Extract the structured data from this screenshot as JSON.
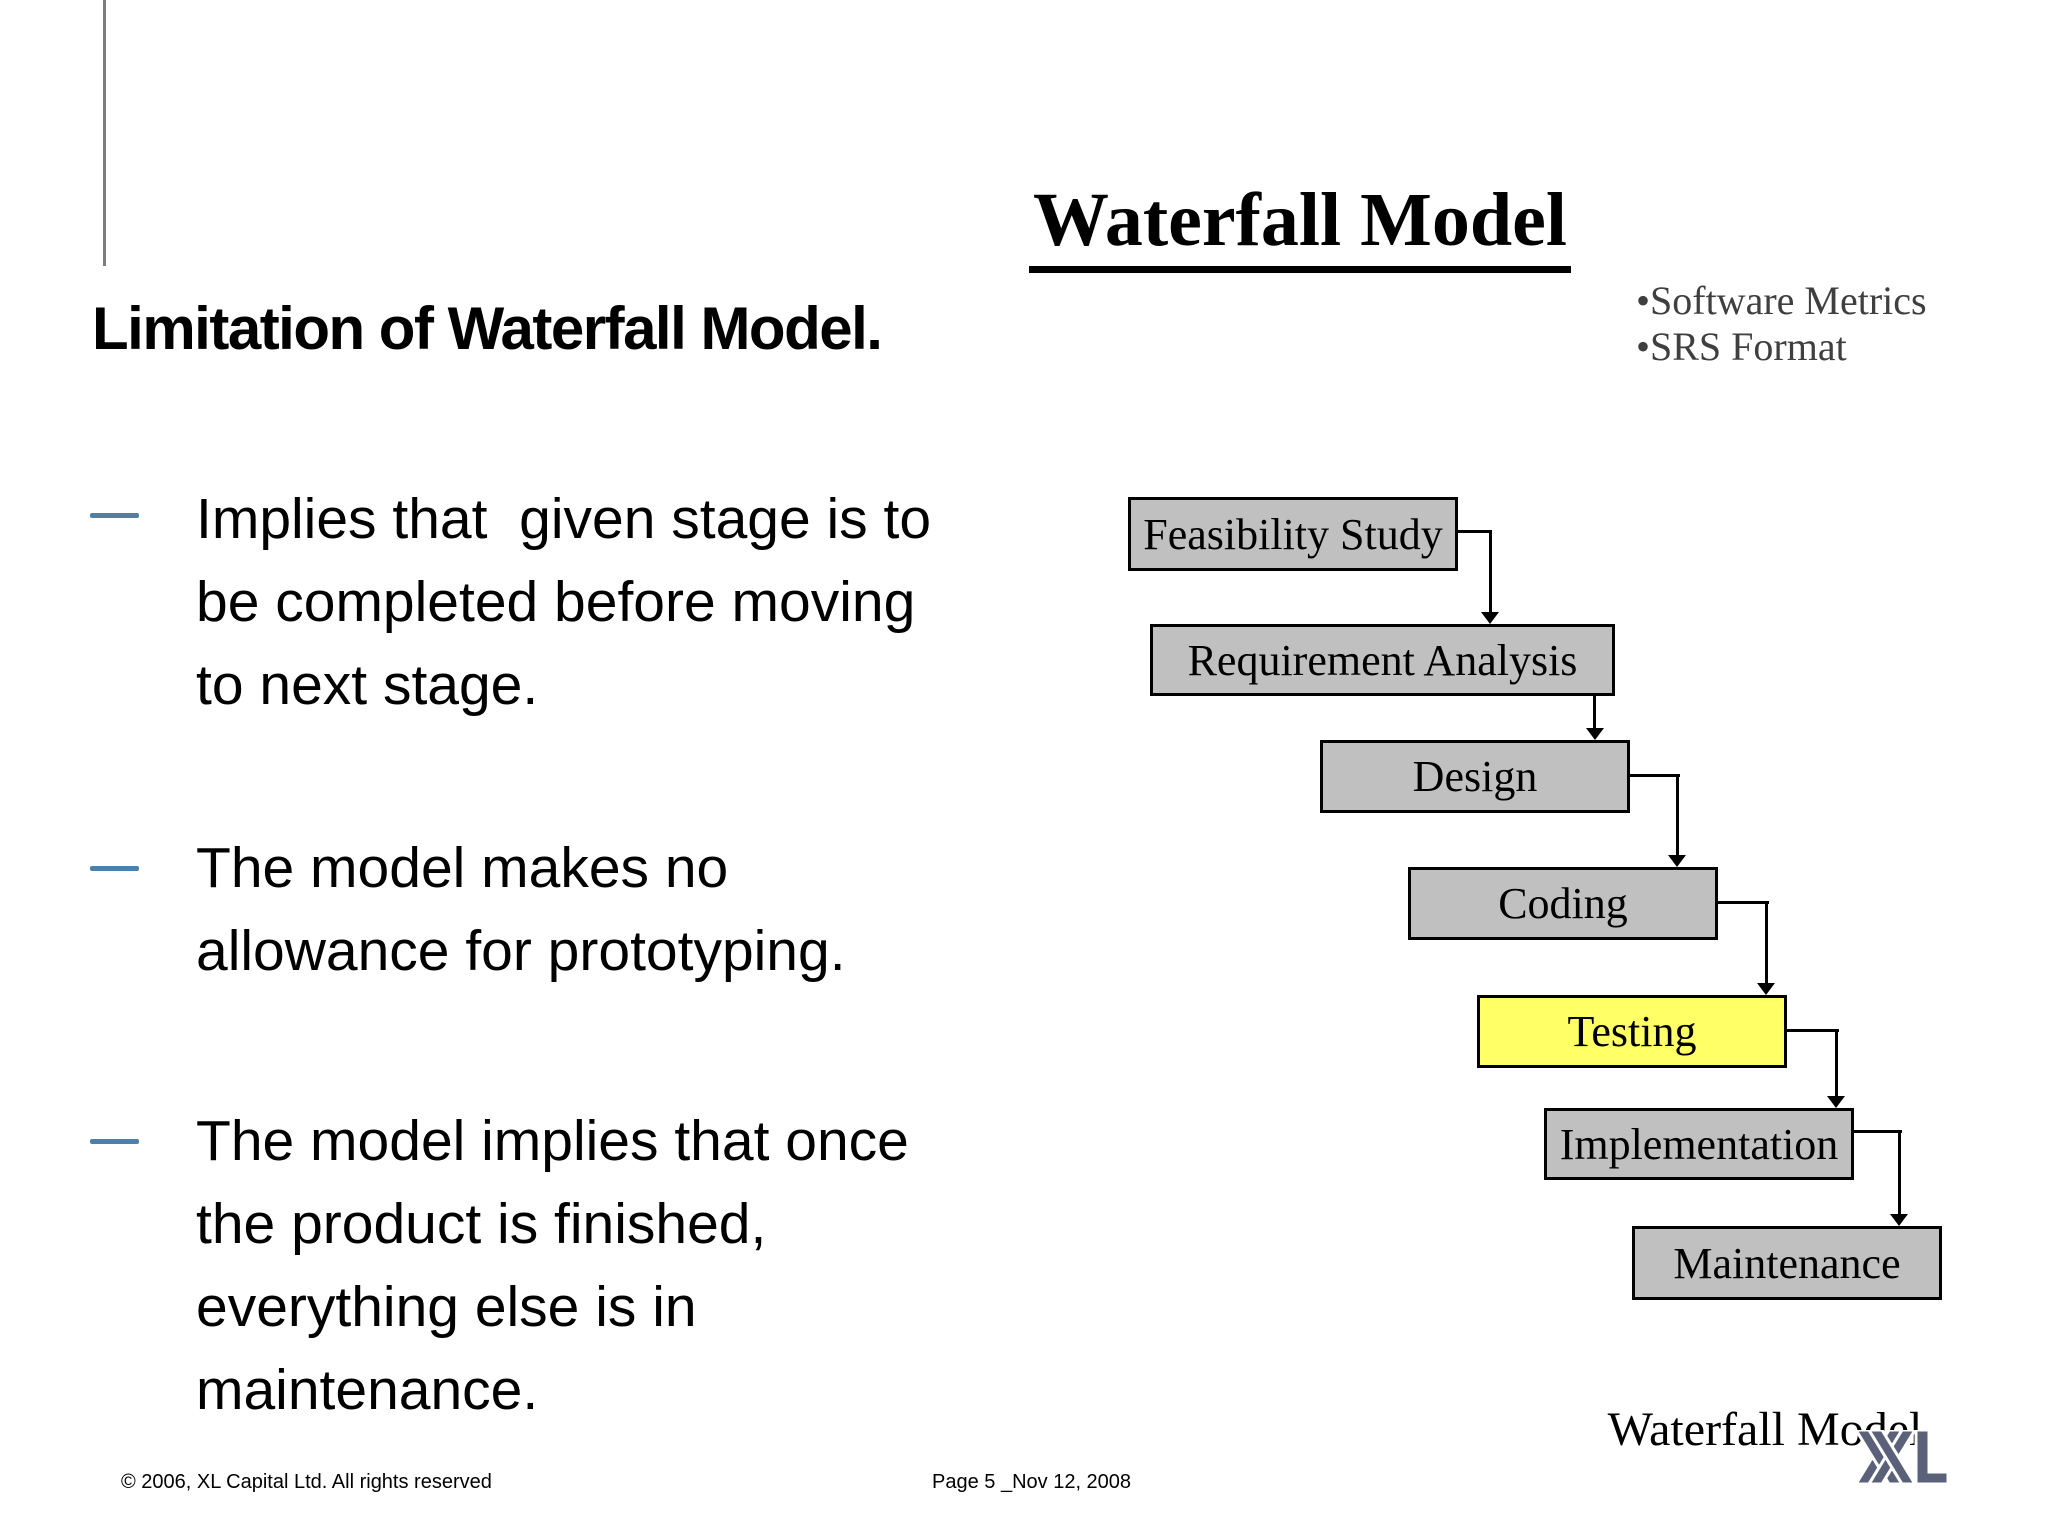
{
  "slide": {
    "title": "Waterfall Model",
    "side_notes": [
      "•Software Metrics",
      "•SRS Format"
    ],
    "heading": "Limitation of Waterfall Model.",
    "bullets": [
      {
        "lines": [
          "Implies that  given stage is to",
          "be completed before moving",
          "to next stage."
        ]
      },
      {
        "lines": [
          "The model makes no",
          "allowance for prototyping."
        ]
      },
      {
        "lines": [
          "The model implies that once",
          "the product is finished,",
          "everything else is in",
          "maintenance."
        ]
      }
    ],
    "diagram": {
      "stages": [
        {
          "label": "Feasibility Study",
          "highlighted": false
        },
        {
          "label": "Requirement Analysis",
          "highlighted": false
        },
        {
          "label": "Design",
          "highlighted": false
        },
        {
          "label": "Coding",
          "highlighted": false
        },
        {
          "label": "Testing",
          "highlighted": true
        },
        {
          "label": "Implementation",
          "highlighted": false
        },
        {
          "label": "Maintenance",
          "highlighted": false
        }
      ],
      "colors": {
        "box_fill": "#c0c0c0",
        "highlight_fill": "#ffff66",
        "border": "#000000"
      }
    },
    "watermark": "Waterfall Model",
    "logo": {
      "text": "XL",
      "color": "#5a6179"
    },
    "footer": {
      "copyright": "© 2006, XL Capital Ltd. All rights reserved",
      "page_info": "Page 5 _Nov 12, 2008"
    },
    "colors": {
      "bullet_dash": "#4e80a8",
      "side_note_text": "#3f3f3f"
    }
  }
}
